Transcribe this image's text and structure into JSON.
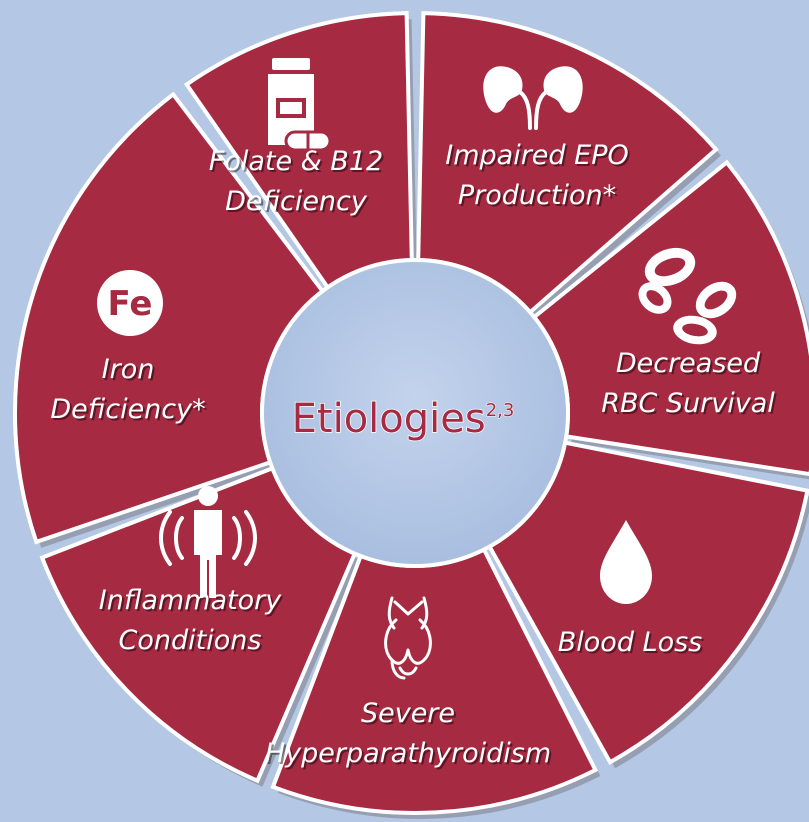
{
  "center": {
    "title": "Etiologies",
    "superscript": "2,3"
  },
  "segments": [
    {
      "id": "folate",
      "lines": [
        "Folate & B12",
        "Deficiency"
      ],
      "icon": "pill-bottle-icon"
    },
    {
      "id": "epo",
      "lines": [
        "Impaired EPO",
        "Production*"
      ],
      "icon": "kidney-icon"
    },
    {
      "id": "rbc",
      "lines": [
        "Decreased",
        "RBC Survival"
      ],
      "icon": "red-blood-cells-icon"
    },
    {
      "id": "blood",
      "lines": [
        "Blood Loss"
      ],
      "icon": "blood-drop-icon"
    },
    {
      "id": "hpt",
      "lines": [
        "Severe",
        "Hyperparathyroidism"
      ],
      "icon": "thyroid-icon"
    },
    {
      "id": "inflam",
      "lines": [
        "Inflammatory",
        "Conditions"
      ],
      "icon": "inflamed-person-icon"
    },
    {
      "id": "iron",
      "lines": [
        "Iron",
        "Deficiency*"
      ],
      "icon": "iron-fe-icon",
      "icon_text": "Fe"
    }
  ],
  "colors": {
    "background": "#b4c7e4",
    "segment": "#a52a42",
    "border": "#ffffff",
    "center": "#b4c7e4"
  }
}
